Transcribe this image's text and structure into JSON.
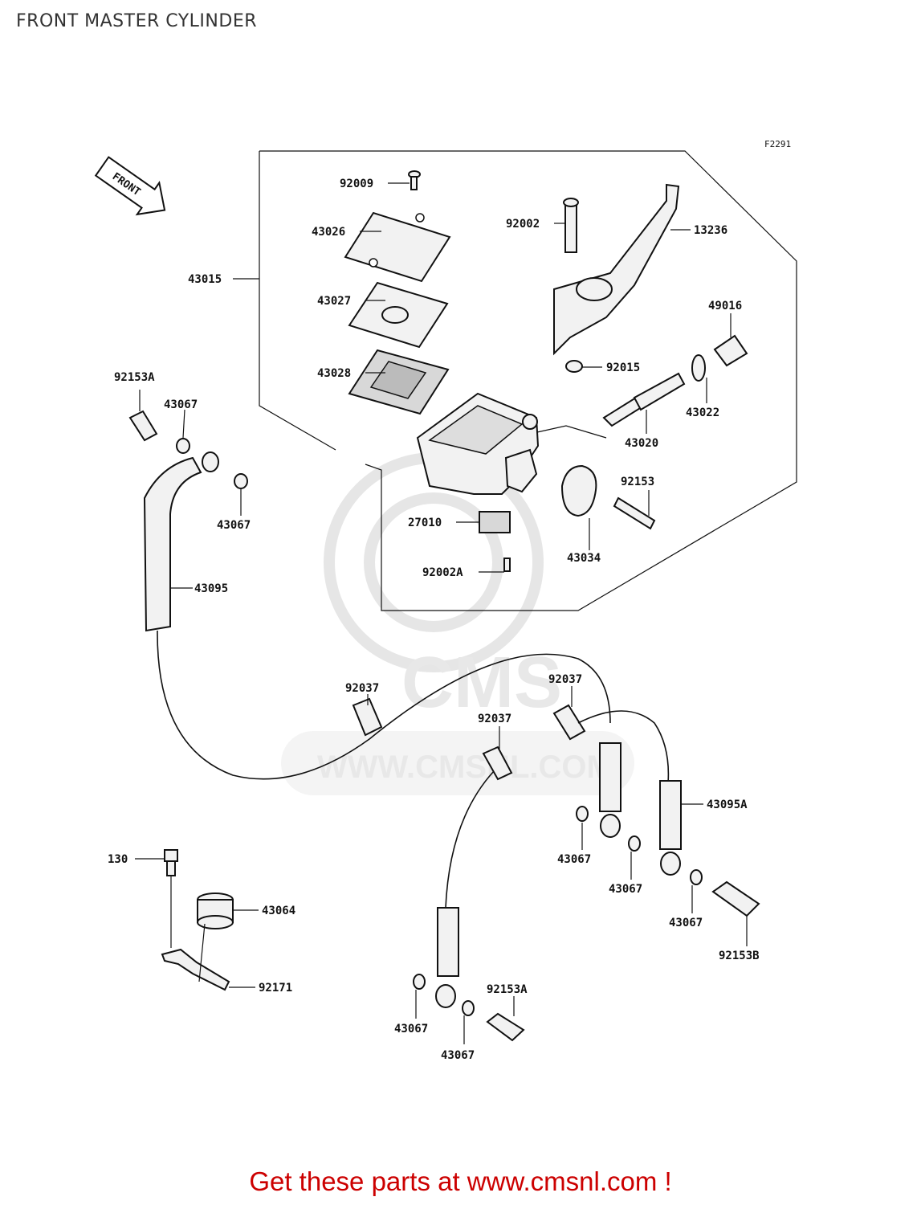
{
  "title": "FRONT MASTER CYLINDER",
  "figure_code": "F2291",
  "front_marker": "FRONT",
  "watermark": {
    "logo_text": "CMS",
    "url_text": "WWW.CMSNL.COM"
  },
  "labels": [
    "92009",
    "43026",
    "43015",
    "43027",
    "43028",
    "92002",
    "13236",
    "49016",
    "92015",
    "43022",
    "43020",
    "92153A",
    "43067",
    "43067",
    "92153",
    "27010",
    "43034",
    "92002A",
    "43095",
    "92037",
    "92037",
    "92037",
    "43095A",
    "43067",
    "43067",
    "43067",
    "130",
    "43064",
    "92171",
    "92153B",
    "43067",
    "92153A",
    "43067"
  ],
  "footer_ad": "Get these parts at www.cmsnl.com !",
  "colors": {
    "ad_text": "#cc0000",
    "title_text": "#333333",
    "line_art": "#111111"
  }
}
